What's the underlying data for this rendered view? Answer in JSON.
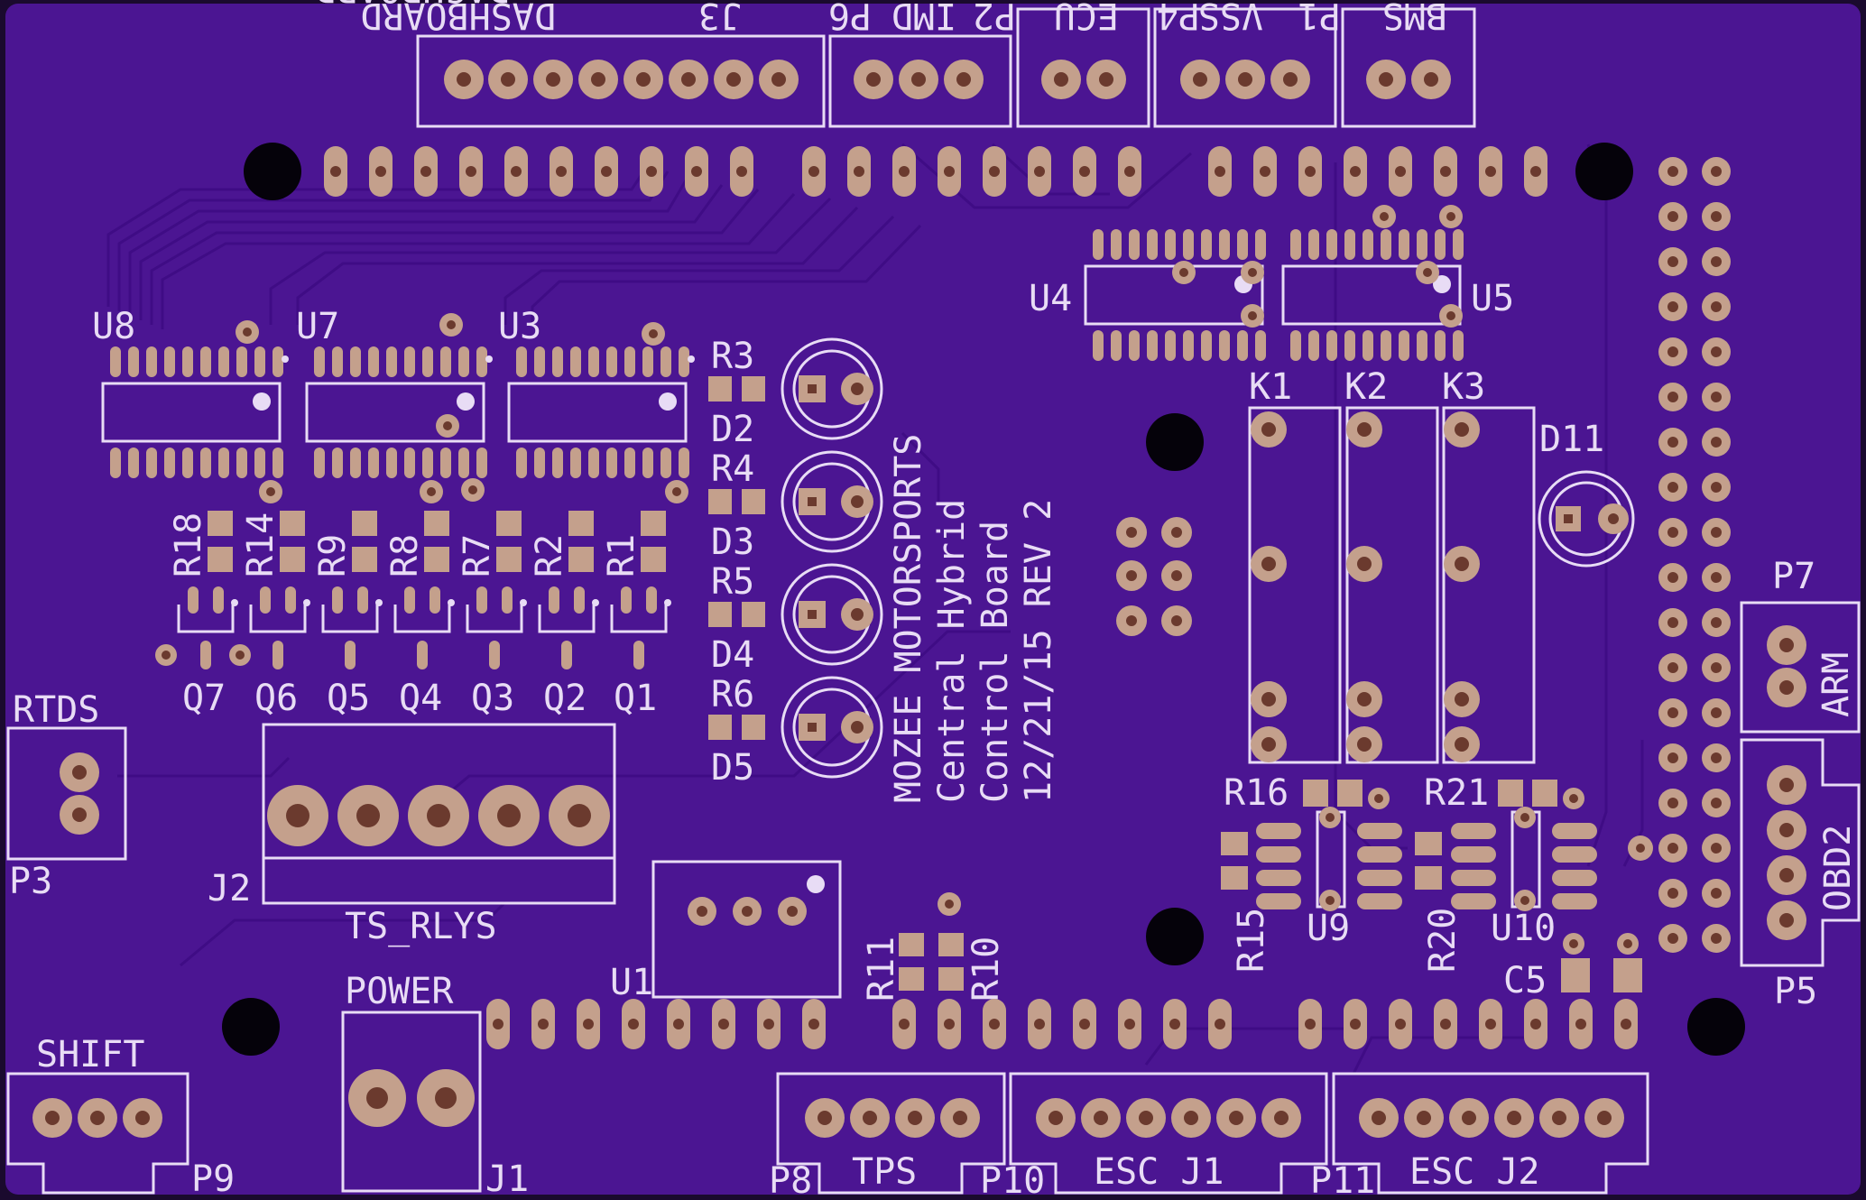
{
  "board": {
    "colors": {
      "background": "#1a0a2e",
      "substrate": "#4b1592",
      "trace": "#3f0c85",
      "silkscreen": "#e8dcf5",
      "copper": "#c4a08c",
      "hole": "#6b3a2e",
      "mounting_hole": "#05020a"
    },
    "title_block": {
      "line1": "MOZEE MOTORSPORTS",
      "line2": "Central Hybrid",
      "line3": "Control Board",
      "line4": "12/21/15 REV 2"
    },
    "labels": {
      "dashboard": "DASHBOARD",
      "j3": "J3",
      "p6": "P6",
      "imd": "IMD",
      "p2": "P2",
      "ecu": "ECU",
      "p4": "P4",
      "vss": "VSS",
      "p1": "P1",
      "bms": "BMS",
      "u8": "U8",
      "u7": "U7",
      "u3": "U3",
      "u4": "U4",
      "u5": "U5",
      "r3": "R3",
      "r4": "R4",
      "r5": "R5",
      "r6": "R6",
      "d2": "D2",
      "d3": "D3",
      "d4": "D4",
      "d5": "D5",
      "k1": "K1",
      "k2": "K2",
      "k3": "K3",
      "d11": "D11",
      "r18": "R18",
      "r14": "R14",
      "r9": "R9",
      "r8": "R8",
      "r7": "R7",
      "r2": "R2",
      "r1": "R1",
      "q7": "Q7",
      "q6": "Q6",
      "q5": "Q5",
      "q4": "Q4",
      "q3": "Q3",
      "q2": "Q2",
      "q1": "Q1",
      "rtds": "RTDS",
      "p3": "P3",
      "j2": "J2",
      "ts_rlys": "TS_RLYS",
      "p7": "P7",
      "arm": "ARM",
      "obd2": "OBD2",
      "p5": "P5",
      "r16": "R16",
      "r21": "R21",
      "r15": "R15",
      "r20": "R20",
      "u9": "U9",
      "u10": "U10",
      "c5": "C5",
      "u1": "U1",
      "r11": "R11",
      "r10": "R10",
      "power": "POWER",
      "shift": "SHIFT",
      "p9": "P9",
      "j1": "J1",
      "p8": "P8",
      "tps": "TPS",
      "p10": "P10",
      "esc_j1": "ESC J1",
      "p11": "P11",
      "esc_j2": "ESC J2"
    }
  }
}
